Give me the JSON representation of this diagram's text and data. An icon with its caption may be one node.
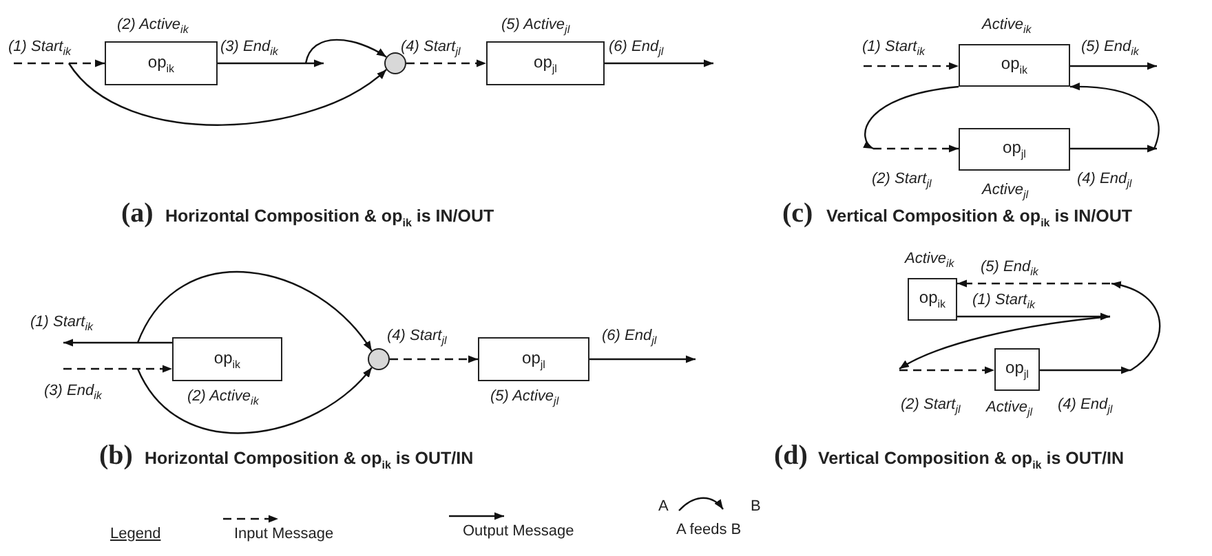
{
  "diagram": {
    "nodes": [
      {
        "text": [
          "op$_{ik}$"
        ],
        "beside": [
          "(2) Active$_{ik}$"
        ]
      },
      {
        "text": [],
        "shape": "circle"
      },
      {
        "text": [
          "op$_{jl}$"
        ],
        "beside": [
          "(5) Active$_{jl}$"
        ]
      },
      {
        "text": [
          "op$_{ik}$"
        ],
        "beside": [
          "Active$_{ik}$"
        ]
      },
      {
        "text": [
          "op$_{jl}$"
        ],
        "beside": [
          "Active$_{jl}$"
        ]
      },
      {
        "text": [
          "op$_{ik}$"
        ],
        "beside": [
          "(2) Active$_{ik}$"
        ]
      },
      {
        "text": [],
        "shape": "circle"
      },
      {
        "text": [
          "op$_{jl}$"
        ],
        "beside": [
          "(5) Active$_{jl}$"
        ]
      },
      {
        "text": [
          "op$_{ik}$"
        ],
        "beside": [
          "Active$_{ik}$"
        ]
      },
      {
        "text": [
          "op$_{jl}$"
        ],
        "beside": [
          "Active$_{jl}$"
        ]
      }
    ],
    "edges": [
      {
        "from": null,
        "to": 0,
        "arrow": "to",
        "style": "dashed",
        "label": "(1) Start$_{ik}$"
      },
      {
        "from": 0,
        "to": null,
        "arrow": "to",
        "label": "(3) End$_{ik}$"
      },
      {
        "from": null,
        "to": 1,
        "arrow": "to"
      },
      {
        "from": null,
        "to": 1,
        "arrow": "to"
      },
      {
        "from": 1,
        "to": 2,
        "arrow": "to",
        "style": "dashed",
        "label": "(4) Start$_{jl}$"
      },
      {
        "from": 2,
        "to": null,
        "arrow": "to",
        "label": "(6) End$_{jl}$"
      },
      {
        "from": null,
        "to": 3,
        "arrow": "to",
        "style": "dashed",
        "label": "(1) Start$_{ik}$"
      },
      {
        "from": 3,
        "to": null,
        "arrow": "to",
        "label": "(5) End$_{ik}$"
      },
      {
        "from": 3,
        "to": null,
        "arrow": "to"
      },
      {
        "from": null,
        "to": 4,
        "arrow": "to",
        "style": "dashed",
        "label": "(2) Start$_{jl}$"
      },
      {
        "from": 4,
        "to": null,
        "arrow": "to",
        "label": "(4) End$_{jl}$"
      },
      {
        "from": null,
        "to": 3,
        "arrow": "to"
      },
      {
        "from": 5,
        "to": null,
        "arrow": "to",
        "label": "(1) Start$_{ik}$"
      },
      {
        "from": null,
        "to": 5,
        "arrow": "to",
        "style": "dashed",
        "label": "(3) End$_{ik}$"
      },
      {
        "from": null,
        "to": 6,
        "arrow": "to"
      },
      {
        "from": null,
        "to": 6,
        "arrow": "to"
      },
      {
        "from": 6,
        "to": 7,
        "arrow": "to",
        "style": "dashed",
        "label": "(4) Start$_{jl}$"
      },
      {
        "from": 7,
        "to": null,
        "arrow": "to",
        "label": "(6) End$_{jl}$"
      },
      {
        "from": null,
        "to": 8,
        "arrow": "to",
        "style": "dashed",
        "label": "(5) End$_{ik}$"
      },
      {
        "from": 8,
        "to": null,
        "arrow": "to",
        "label": "(1) Start$_{ik}$"
      },
      {
        "from": null,
        "to": 9,
        "arrow": "to",
        "style": "dashed",
        "label": "(2) Start$_{jl}$"
      },
      {
        "from": 9,
        "to": null,
        "arrow": "to",
        "label": "(4) End$_{jl}$"
      }
    ],
    "labels": [
      "(a)",
      "Horizontal Composition & op$_{ik}$ is IN/OUT",
      "(c)",
      "Vertical Composition & op$_{ik}$ is IN/OUT",
      "(b)",
      "Horizontal Composition & op$_{ik}$ is OUT/IN",
      "(d)",
      "Vertical Composition & op$_{ik}$ is OUT/IN",
      "Legend",
      "A",
      "B"
    ],
    "legend": [
      {
        "text": "Input Message"
      },
      {
        "text": "Output Message"
      },
      {
        "text": "A feeds B"
      }
    ]
  }
}
